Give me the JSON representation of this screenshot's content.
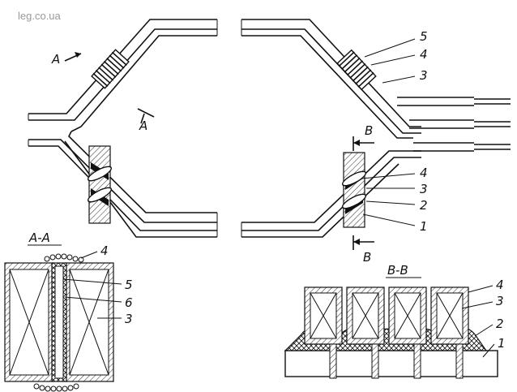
{
  "watermark": "leg.co.ua",
  "section_marks": {
    "a_top": "A",
    "a_mid": "A",
    "b_top": "B",
    "b_bottom": "B"
  },
  "titles": {
    "section_aa": "A-A",
    "section_bb": "B-B"
  },
  "top_right_labels": [
    "5",
    "4",
    "3"
  ],
  "lower_right_labels": [
    "4",
    "3",
    "2",
    "1"
  ],
  "aa_labels": [
    "4",
    "5",
    "6",
    "3"
  ],
  "bb_labels": [
    "4",
    "3",
    "2",
    "1"
  ]
}
